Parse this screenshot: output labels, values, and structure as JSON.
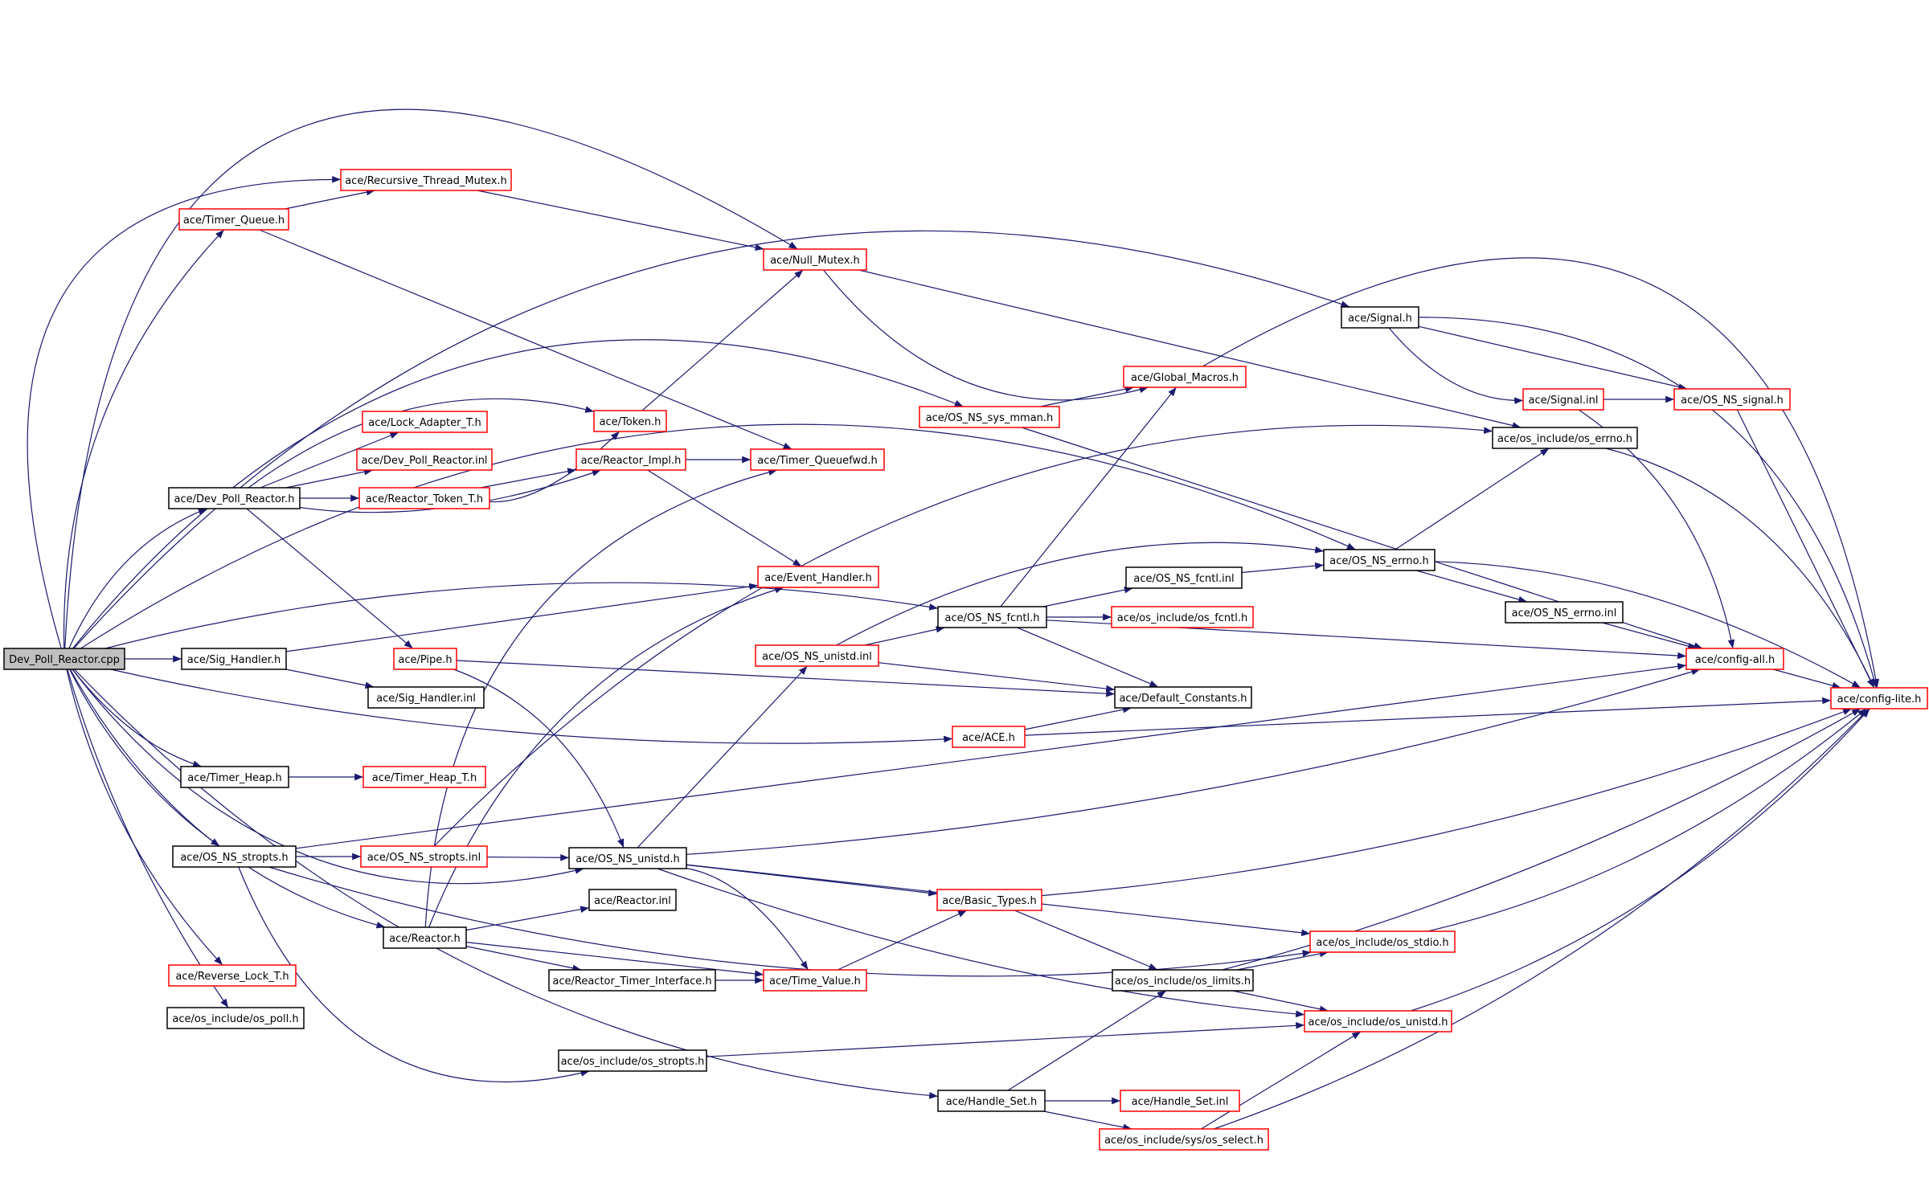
{
  "graph": {
    "colors": {
      "edge": "#1a1a6e",
      "root_fill": "#bfbfbf",
      "documented_border": "#000000",
      "undocumented_border": "#ff0000"
    },
    "nodes": [
      {
        "id": "dev_poll_reactor_cpp",
        "label": "Dev_Poll_Reactor.cpp",
        "style": "root"
      },
      {
        "id": "recursive_thread_mutex_h",
        "label": "ace/Recursive_Thread_Mutex.h",
        "style": "red"
      },
      {
        "id": "timer_queue_h",
        "label": "ace/Timer_Queue.h",
        "style": "red"
      },
      {
        "id": "null_mutex_h",
        "label": "ace/Null_Mutex.h",
        "style": "red"
      },
      {
        "id": "signal_h",
        "label": "ace/Signal.h",
        "style": "black"
      },
      {
        "id": "global_macros_h",
        "label": "ace/Global_Macros.h",
        "style": "red"
      },
      {
        "id": "signal_inl",
        "label": "ace/Signal.inl",
        "style": "red"
      },
      {
        "id": "os_ns_signal_h",
        "label": "ace/OS_NS_signal.h",
        "style": "red"
      },
      {
        "id": "os_ns_sys_mman_h",
        "label": "ace/OS_NS_sys_mman.h",
        "style": "red"
      },
      {
        "id": "lock_adapter_t_h",
        "label": "ace/Lock_Adapter_T.h",
        "style": "red"
      },
      {
        "id": "token_h",
        "label": "ace/Token.h",
        "style": "red"
      },
      {
        "id": "os_errno_h",
        "label": "ace/os_include/os_errno.h",
        "style": "black"
      },
      {
        "id": "dev_poll_reactor_inl",
        "label": "ace/Dev_Poll_Reactor.inl",
        "style": "red"
      },
      {
        "id": "reactor_impl_h",
        "label": "ace/Reactor_Impl.h",
        "style": "red"
      },
      {
        "id": "timer_queuefwd_h",
        "label": "ace/Timer_Queuefwd.h",
        "style": "red"
      },
      {
        "id": "dev_poll_reactor_h",
        "label": "ace/Dev_Poll_Reactor.h",
        "style": "black"
      },
      {
        "id": "reactor_token_t_h",
        "label": "ace/Reactor_Token_T.h",
        "style": "red"
      },
      {
        "id": "os_ns_errno_h",
        "label": "ace/OS_NS_errno.h",
        "style": "black"
      },
      {
        "id": "event_handler_h",
        "label": "ace/Event_Handler.h",
        "style": "red"
      },
      {
        "id": "os_ns_fcntl_inl",
        "label": "ace/OS_NS_fcntl.inl",
        "style": "black"
      },
      {
        "id": "os_ns_errno_inl",
        "label": "ace/OS_NS_errno.inl",
        "style": "black"
      },
      {
        "id": "os_ns_fcntl_h",
        "label": "ace/OS_NS_fcntl.h",
        "style": "black"
      },
      {
        "id": "os_fcntl_h",
        "label": "ace/os_include/os_fcntl.h",
        "style": "red"
      },
      {
        "id": "os_ns_unistd_inl",
        "label": "ace/OS_NS_unistd.inl",
        "style": "red"
      },
      {
        "id": "sig_handler_h",
        "label": "ace/Sig_Handler.h",
        "style": "black"
      },
      {
        "id": "pipe_h",
        "label": "ace/Pipe.h",
        "style": "red"
      },
      {
        "id": "config_all_h",
        "label": "ace/config-all.h",
        "style": "red"
      },
      {
        "id": "sig_handler_inl",
        "label": "ace/Sig_Handler.inl",
        "style": "black"
      },
      {
        "id": "default_constants_h",
        "label": "ace/Default_Constants.h",
        "style": "black"
      },
      {
        "id": "config_lite_h",
        "label": "ace/config-lite.h",
        "style": "red"
      },
      {
        "id": "ace_h",
        "label": "ace/ACE.h",
        "style": "red"
      },
      {
        "id": "timer_heap_h",
        "label": "ace/Timer_Heap.h",
        "style": "black"
      },
      {
        "id": "timer_heap_t_h",
        "label": "ace/Timer_Heap_T.h",
        "style": "red"
      },
      {
        "id": "os_ns_stropts_h",
        "label": "ace/OS_NS_stropts.h",
        "style": "black"
      },
      {
        "id": "os_ns_stropts_inl",
        "label": "ace/OS_NS_stropts.inl",
        "style": "red"
      },
      {
        "id": "os_ns_unistd_h",
        "label": "ace/OS_NS_unistd.h",
        "style": "black"
      },
      {
        "id": "reactor_inl",
        "label": "ace/Reactor.inl",
        "style": "black"
      },
      {
        "id": "basic_types_h",
        "label": "ace/Basic_Types.h",
        "style": "red"
      },
      {
        "id": "reactor_h",
        "label": "ace/Reactor.h",
        "style": "black"
      },
      {
        "id": "os_stdio_h",
        "label": "ace/os_include/os_stdio.h",
        "style": "red"
      },
      {
        "id": "reverse_lock_t_h",
        "label": "ace/Reverse_Lock_T.h",
        "style": "red"
      },
      {
        "id": "reactor_timer_interface_h",
        "label": "ace/Reactor_Timer_Interface.h",
        "style": "black"
      },
      {
        "id": "time_value_h",
        "label": "ace/Time_Value.h",
        "style": "red"
      },
      {
        "id": "os_limits_h",
        "label": "ace/os_include/os_limits.h",
        "style": "black"
      },
      {
        "id": "os_poll_h",
        "label": "ace/os_include/os_poll.h",
        "style": "black"
      },
      {
        "id": "os_unistd_h",
        "label": "ace/os_include/os_unistd.h",
        "style": "red"
      },
      {
        "id": "os_stropts_h",
        "label": "ace/os_include/os_stropts.h",
        "style": "black"
      },
      {
        "id": "handle_set_h",
        "label": "ace/Handle_Set.h",
        "style": "black"
      },
      {
        "id": "handle_set_inl",
        "label": "ace/Handle_Set.inl",
        "style": "red"
      },
      {
        "id": "os_select_h",
        "label": "ace/os_include/sys/os_select.h",
        "style": "red"
      }
    ]
  }
}
